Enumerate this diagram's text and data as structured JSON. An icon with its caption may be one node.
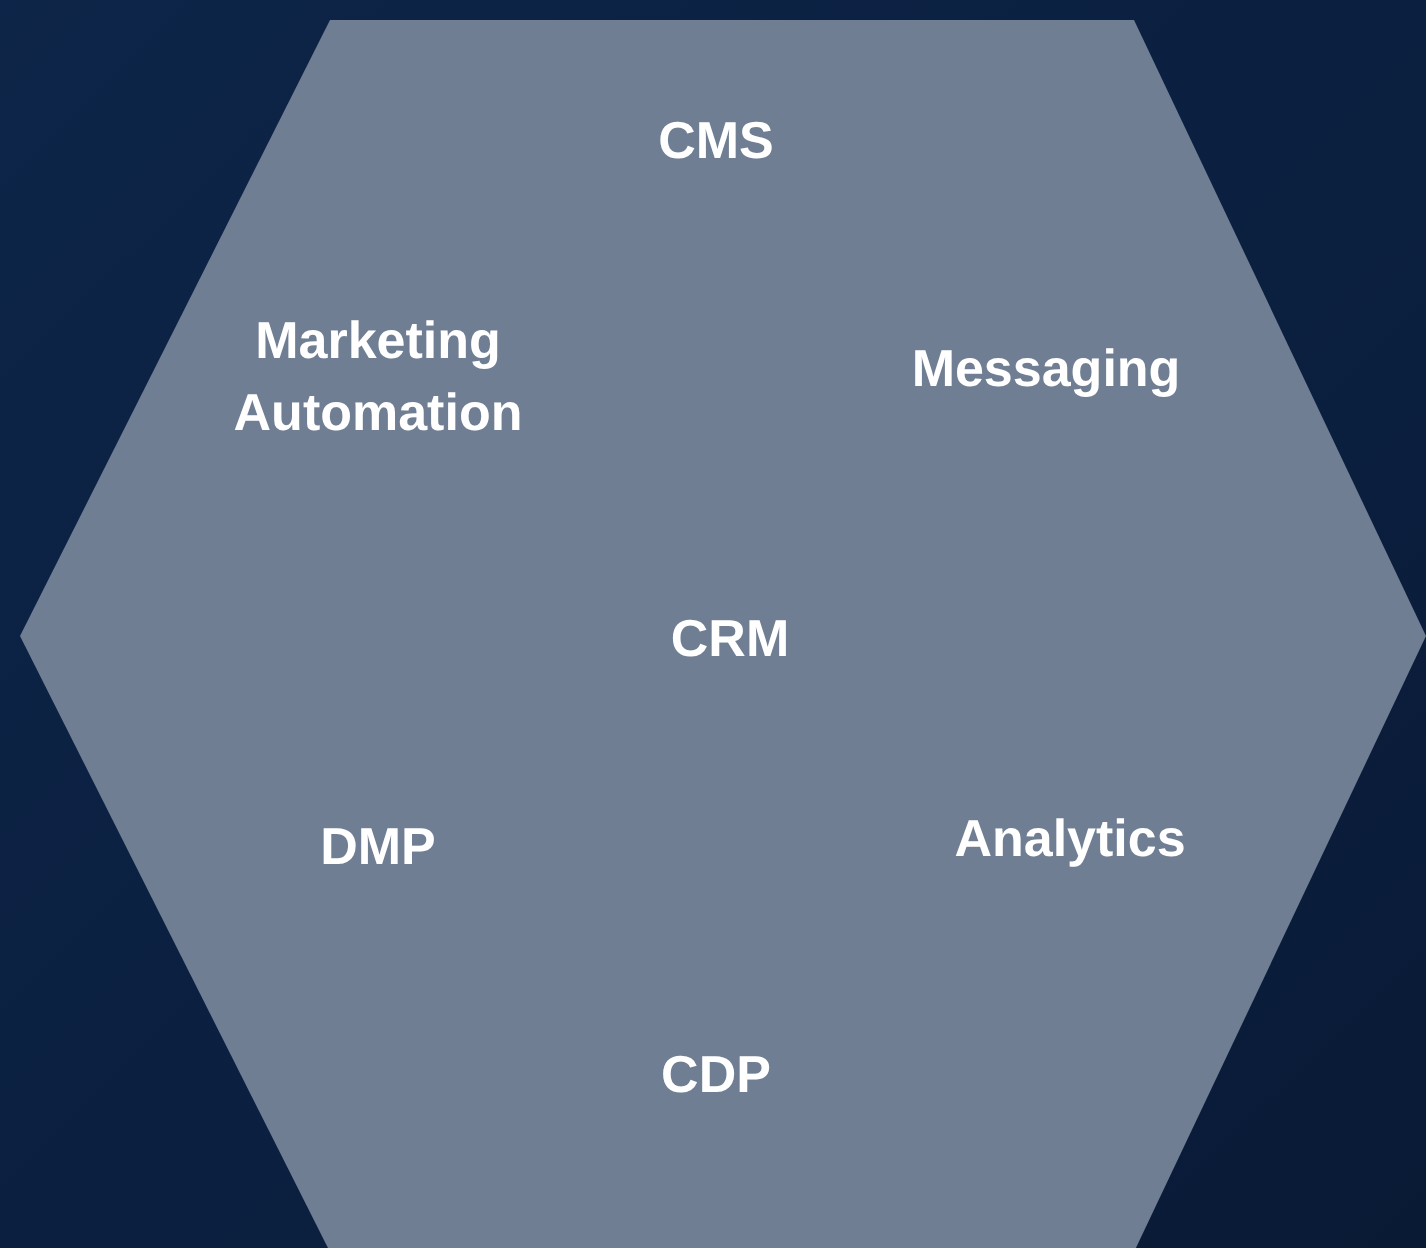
{
  "diagram": {
    "nodes": [
      {
        "text": [
          "CMS",
          "Marketing Automation",
          "Messaging",
          "CRM",
          "DMP",
          "Analytics",
          "CDP"
        ]
      }
    ]
  }
}
